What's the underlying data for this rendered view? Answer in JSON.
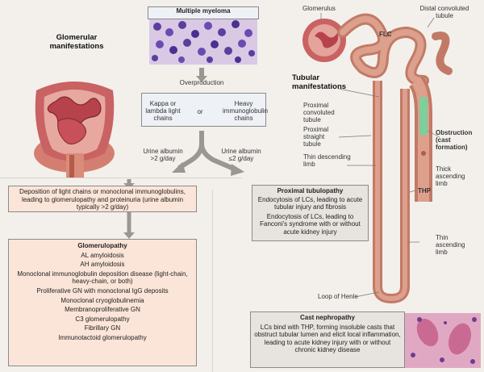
{
  "myeloma": {
    "title": "Multiple myeloma",
    "overproduction": "Overproduction"
  },
  "chains": {
    "kappa": "Kappa or lambda light chains",
    "or": "or",
    "heavy": "Heavy immunoglobulin chains"
  },
  "urine": {
    "left": "Urine albumin >2 g/day",
    "right": "Urine albumin ≤2 g/day"
  },
  "glomerular": {
    "title": "Glomerular manifestations",
    "deposition": "Deposition of light chains or monoclonal immunoglobulins, leading to glomerulopathy and proteinuria (urine albumin typically >2 g/day)",
    "list_title": "Glomerulopathy",
    "items": [
      "AL amyloidosis",
      "AH amyloidosis",
      "Monoclonal immunoglobulin deposition disease (light-chain, heavy-chain, or both)",
      "Proliferative GN with monoclonal IgG deposits",
      "Monoclonal cryoglobulinemia",
      "Membranoproliferative GN",
      "C3 glomerulopathy",
      "Fibrillary GN",
      "Immunotactoid glomerulopathy"
    ]
  },
  "tubular": {
    "title": "Tubular manifestations",
    "labels": {
      "glomerulus": "Glomerulus",
      "distal": "Distal convoluted tubule",
      "flc": "FLC",
      "proximal_convoluted": "Proximal convoluted tubule",
      "proximal_straight": "Proximal straight tubule",
      "thin_descending": "Thin descending limb",
      "obstruction": "Obstruction (cast formation)",
      "thick_ascending": "Thick ascending limb",
      "thp": "THP",
      "thin_ascending": "Thin ascending limb",
      "loop": "Loop of Henle"
    },
    "proximal_box": {
      "title": "Proximal tubulopathy",
      "lines": [
        "Endocytosis of LCs, leading to acute tubular injury and fibrosis",
        "Endocytosis of LCs, leading to Fanconi's syndrome with or without acute kidney injury"
      ]
    },
    "cast_box": {
      "title": "Cast nephropathy",
      "text": "LCs bind with THP, forming insoluble casts that obstruct tubular lumen and elicit local inflammation, leading to acute kidney injury with or without chronic kidney disease"
    }
  },
  "colors": {
    "tissue": "#d98c78",
    "tissue_dark": "#b55a4c",
    "glomerulus": "#c95b63",
    "cells": "#5b3f9e",
    "box_fill": "#fbe5d8",
    "box_grey": "#e7e4df",
    "arrow": "#9c9690",
    "cast_green": "#7dcf9c"
  }
}
